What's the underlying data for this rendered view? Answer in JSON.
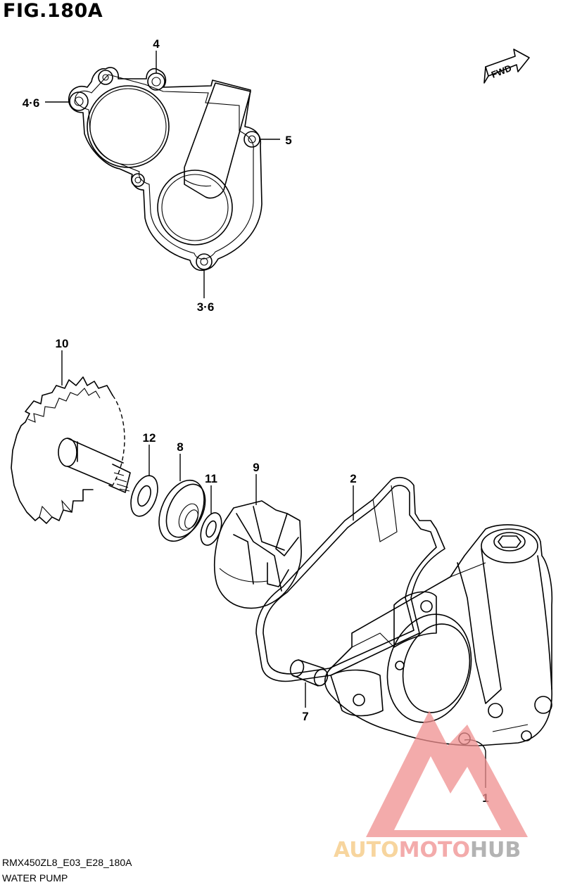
{
  "figure": {
    "title": "FIG.180A",
    "direction_label": "FWD"
  },
  "callouts": {
    "c1": "1",
    "c2": "2",
    "c3_6": "3·6",
    "c4": "4",
    "c4_6": "4·6",
    "c5": "5",
    "c7": "7",
    "c8": "8",
    "c9": "9",
    "c10": "10",
    "c11": "11",
    "c12": "12"
  },
  "watermark": {
    "part1": "AUTO",
    "part2": "MOTO",
    "part3": "HUB",
    "color_auto": "#f5c77e",
    "color_moto": "#ef8f8f",
    "color_hub": "#9a9a9a"
  },
  "footer": {
    "code": "RMX450ZL8_E03_E28_180A",
    "name": "WATER PUMP"
  }
}
